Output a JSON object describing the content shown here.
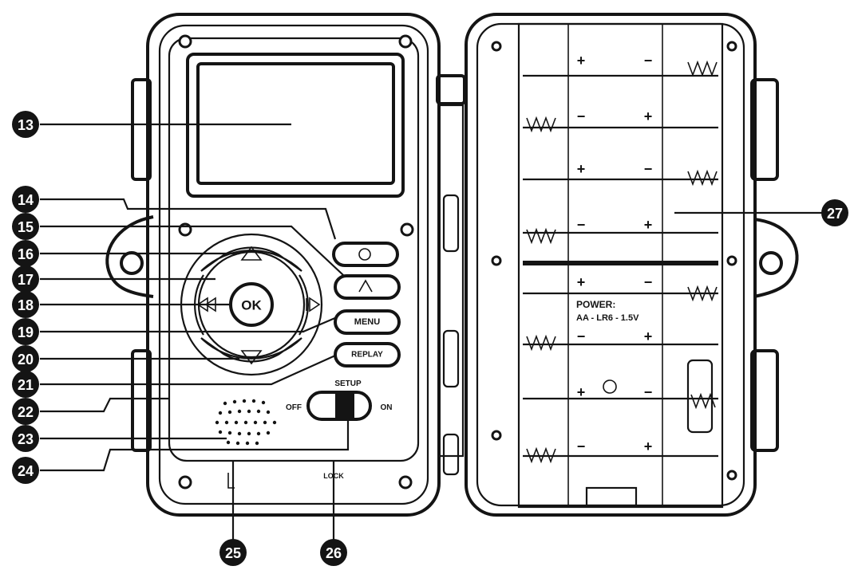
{
  "device": {
    "buttons": {
      "ok": "OK",
      "menu": "MENU",
      "replay": "REPLAY"
    },
    "switch": {
      "top": "SETUP",
      "left": "OFF",
      "right": "ON"
    },
    "bottom": {
      "lock": "LOCK"
    },
    "battery": {
      "power_line1": "POWER:",
      "power_line2": "AA - LR6 - 1.5V",
      "plus": "+",
      "minus": "−"
    }
  },
  "callouts": [
    "13",
    "14",
    "15",
    "16",
    "17",
    "18",
    "19",
    "20",
    "21",
    "22",
    "23",
    "24",
    "25",
    "26",
    "27"
  ]
}
